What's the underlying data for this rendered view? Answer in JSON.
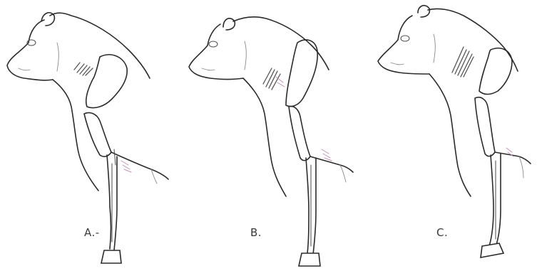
{
  "figure": {
    "panels": [
      {
        "label": "A.-"
      },
      {
        "label": "B."
      },
      {
        "label": "C."
      }
    ]
  }
}
